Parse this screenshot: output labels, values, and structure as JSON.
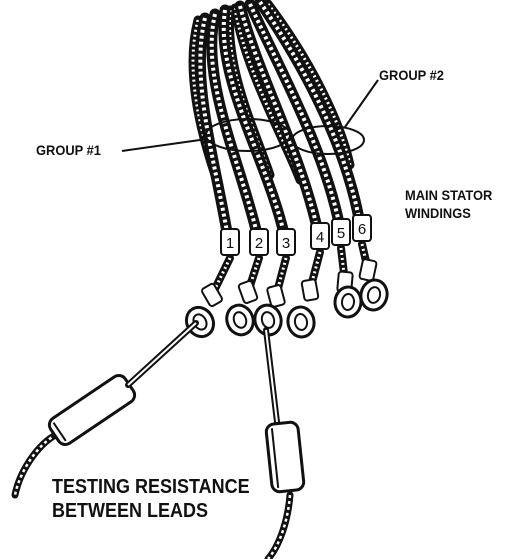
{
  "labels": {
    "group1": "GROUP #1",
    "group2": "GROUP #2",
    "main_line1": "MAIN STATOR",
    "main_line2": "WINDINGS",
    "testing_line1": "TESTING RESISTANCE",
    "testing_line2": "BETWEEN LEADS"
  },
  "lead_tags": [
    "1",
    "2",
    "3",
    "4",
    "5",
    "6"
  ],
  "colors": {
    "ink": "#111111",
    "paper": "#ffffff"
  }
}
